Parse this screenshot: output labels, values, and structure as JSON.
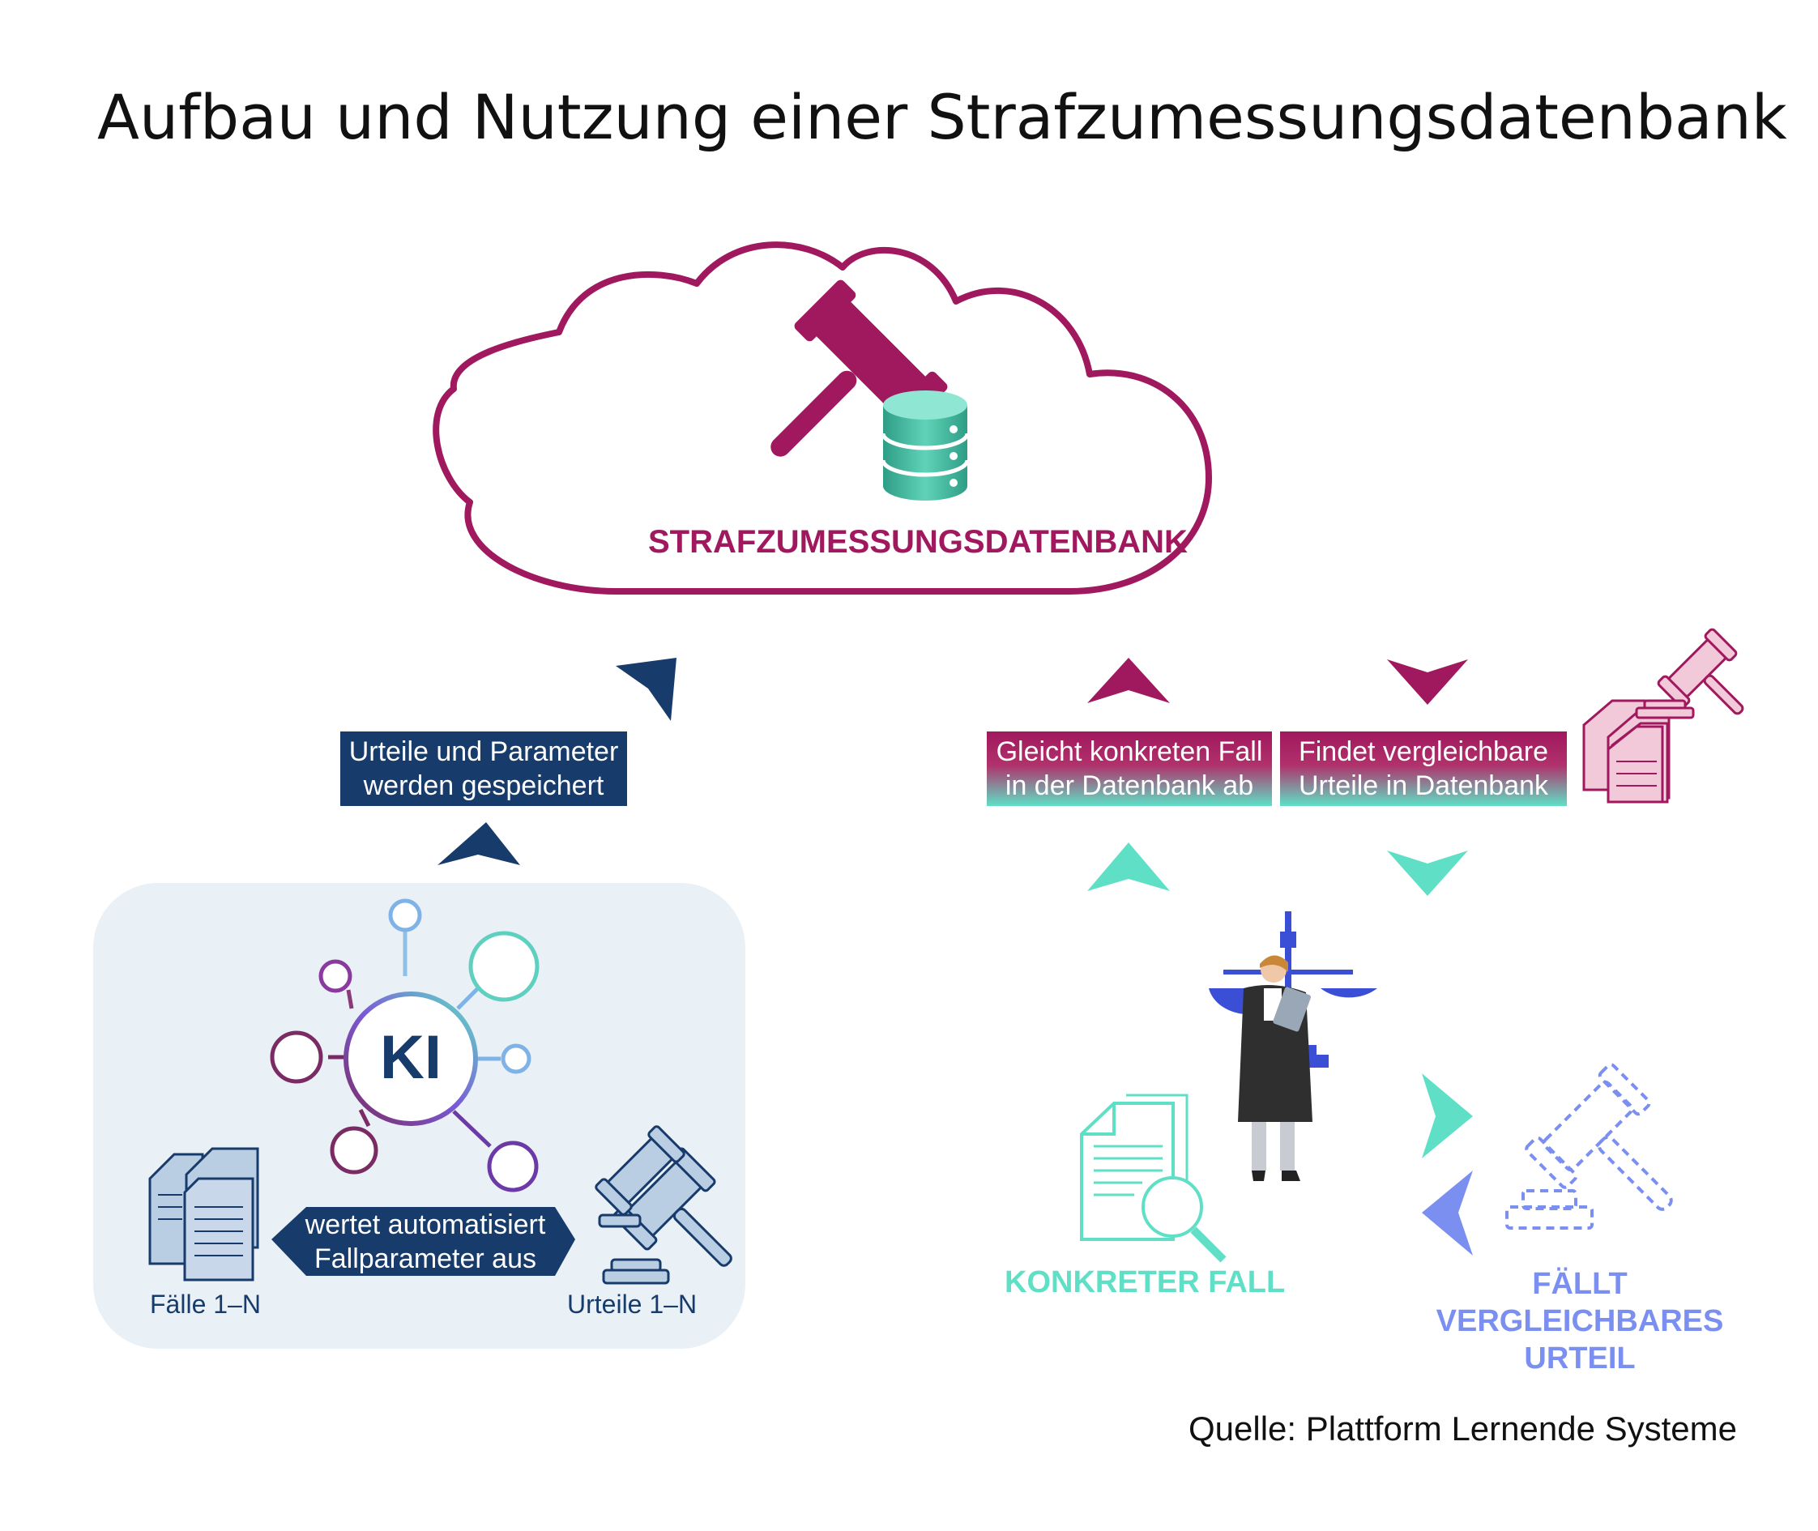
{
  "title": "Aufbau und Nutzung einer Strafzumessungsdatenbank",
  "cloud": {
    "label": "STRAFZUMESSUNGSDATENBANK",
    "icons": [
      "gavel-icon",
      "database-icon"
    ]
  },
  "left": {
    "stored_line1": "Urteile und Parameter",
    "stored_line2": "werden gespeichert",
    "ki": "KI",
    "evaluate_line1": "wertet automatisiert",
    "evaluate_line2": "Fallparameter aus",
    "cases": "Fälle 1–N",
    "verdicts": "Urteile 1–N"
  },
  "right": {
    "compare_line1": "Gleicht konkreten Fall",
    "compare_line2": "in der Datenbank ab",
    "finds_line1": "Findet vergleichbare",
    "finds_line2": "Urteile in Datenbank",
    "concrete_case": "KONKRETER FALL",
    "verdict_line1": "FÄLLT",
    "verdict_line2": "VERGLEICHBARES",
    "verdict_line3": "URTEIL"
  },
  "source": "Quelle: Plattform Lernende Systeme",
  "colors": {
    "navy": "#173b6b",
    "magenta": "#a0185d",
    "mint": "#5fe0c6",
    "periwinkle": "#7b8ff0",
    "panel": "#e9f0f6"
  }
}
